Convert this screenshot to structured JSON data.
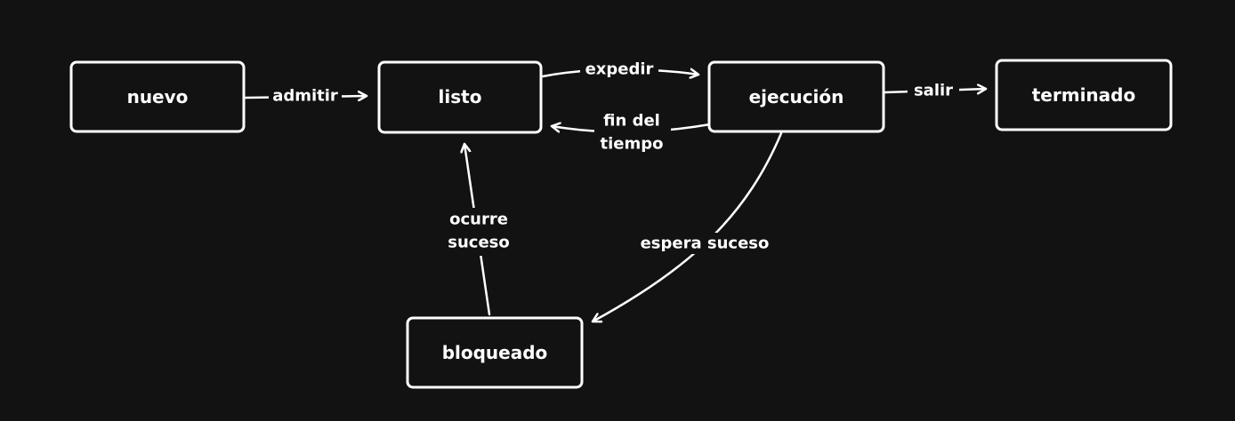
{
  "diagram": {
    "background_color": "#121212",
    "stroke_color": "#ffffff",
    "nodes": {
      "nuevo": "nuevo",
      "listo": "listo",
      "ejecucion": "ejecución",
      "terminado": "terminado",
      "bloqueado": "bloqueado"
    },
    "edges": {
      "admitir": "admitir",
      "expedir": "expedir",
      "fin_del_tiempo_line1": "fin del",
      "fin_del_tiempo_line2": "tiempo",
      "salir": "salir",
      "espera_suceso": "espera suceso",
      "ocurre_suceso_line1": "ocurre",
      "ocurre_suceso_line2": "suceso"
    }
  }
}
